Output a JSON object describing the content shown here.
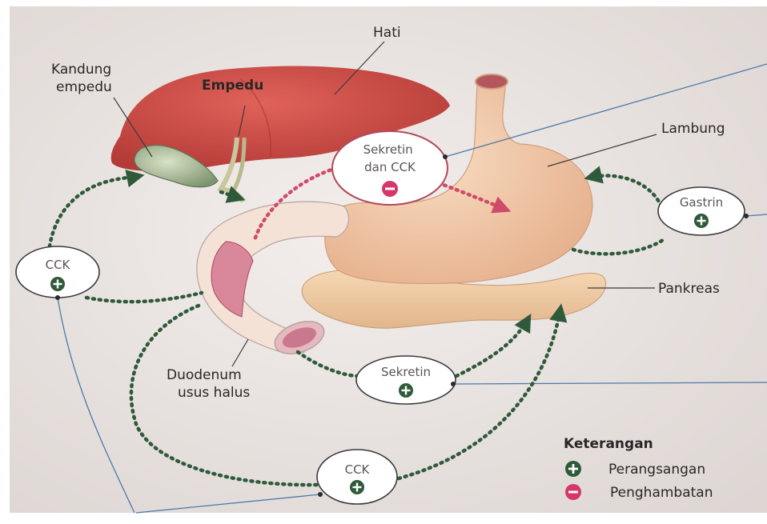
{
  "colors": {
    "stimulation": "#2f5a3a",
    "inhibition": "#d6376a",
    "liver": "#c94a45",
    "stomach": "#f1c6a3",
    "background": "#eae4e2"
  },
  "organs": {
    "liver": "Hati",
    "gallbladder": "Kandung\nempedu",
    "bile": "Empedu",
    "stomach": "Lambung",
    "pancreas": "Pankreas",
    "duodenum": "Duodenum\nusus halus"
  },
  "hormones": {
    "secretin_cck": {
      "label": "Sekretin\ndan CCK",
      "effect": "penghambatan"
    },
    "gastrin": {
      "label": "Gastrin",
      "effect": "perangsangan"
    },
    "cck_left": {
      "label": "CCK",
      "effect": "perangsangan"
    },
    "secretin": {
      "label": "Sekretin",
      "effect": "perangsangan"
    },
    "cck_bottom": {
      "label": "CCK",
      "effect": "perangsangan"
    }
  },
  "legend": {
    "title": "Keterangan",
    "items": [
      {
        "label": "Perangsangan",
        "symbol": "plus",
        "color": "#2f5a3a"
      },
      {
        "label": "Penghambatan",
        "symbol": "minus",
        "color": "#d6376a"
      }
    ]
  }
}
